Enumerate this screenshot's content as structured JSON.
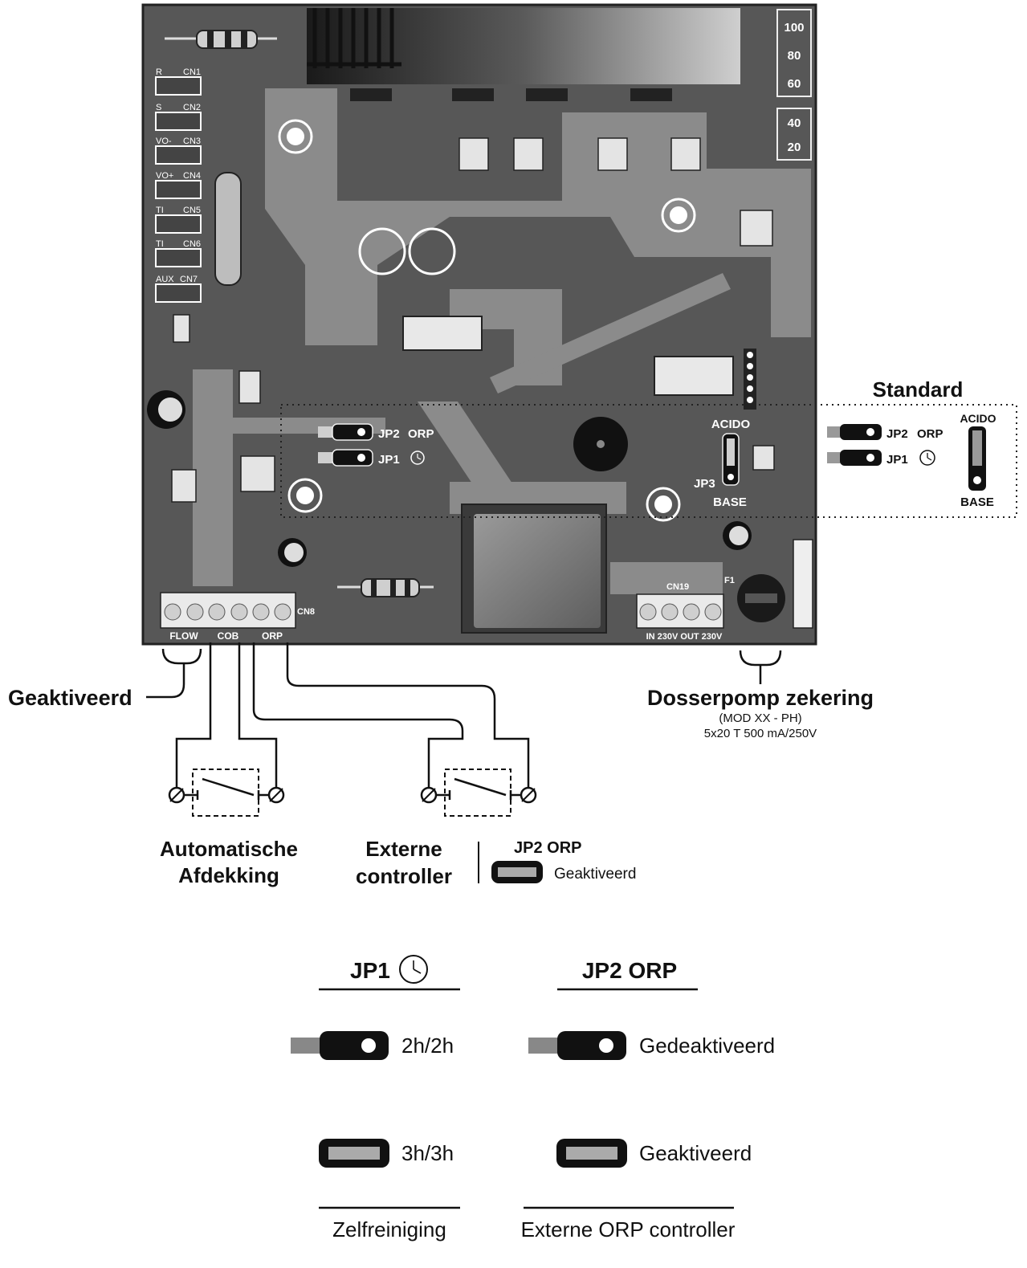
{
  "board": {
    "led_levels": [
      "100",
      "80",
      "60",
      "40",
      "20"
    ],
    "connectors_left": [
      {
        "id": "CN1",
        "label": "R"
      },
      {
        "id": "CN2",
        "label": "S"
      },
      {
        "id": "CN3",
        "label": "VO-"
      },
      {
        "id": "CN4",
        "label": "VO+"
      },
      {
        "id": "CN5",
        "label": "TI"
      },
      {
        "id": "CN6",
        "label": "TI"
      },
      {
        "id": "CN7",
        "label": "AUX"
      }
    ],
    "cn8": "CN8",
    "cn19": "CN19",
    "f1": "F1",
    "terminal_labels": {
      "flow": "FLOW",
      "cob": "COB",
      "orp": "ORP",
      "power": "IN 230V OUT 230V"
    },
    "jumpers": {
      "jp2": "JP2",
      "jp2_suffix": "ORP",
      "jp1": "JP1",
      "jp3": "JP3",
      "acido": "ACIDO",
      "base": "BASE"
    }
  },
  "standard": {
    "title": "Standard",
    "jp2": "JP2",
    "jp2_suffix": "ORP",
    "jp1": "JP1",
    "acido": "ACIDO",
    "base": "BASE"
  },
  "annotations": {
    "activated": "Geaktiveerd",
    "fuse_title": "Dosserpomp zekering",
    "fuse_model": "(MOD XX - PH)",
    "fuse_spec": "5x20 T 500 mA/250V",
    "auto_cover_1": "Automatische",
    "auto_cover_2": "Afdekking",
    "ext_ctrl_1": "Externe",
    "ext_ctrl_2": "controller",
    "ext_jp2": "JP2 ORP",
    "ext_jp2_state": "Geaktiveerd"
  },
  "legend": {
    "jp1_title": "JP1",
    "jp2_title": "JP2 ORP",
    "jp1_open": "2h/2h",
    "jp1_closed": "3h/3h",
    "jp2_open": "Gedeaktiveerd",
    "jp2_closed": "Geaktiveerd",
    "jp1_caption": "Zelfreiniging",
    "jp2_caption": "Externe ORP controller"
  },
  "colors": {
    "board": "#575757",
    "board_dark": "#3e3e3e",
    "trace": "#8a8a8a",
    "chip": "#e6e6e6",
    "line": "#111111"
  }
}
